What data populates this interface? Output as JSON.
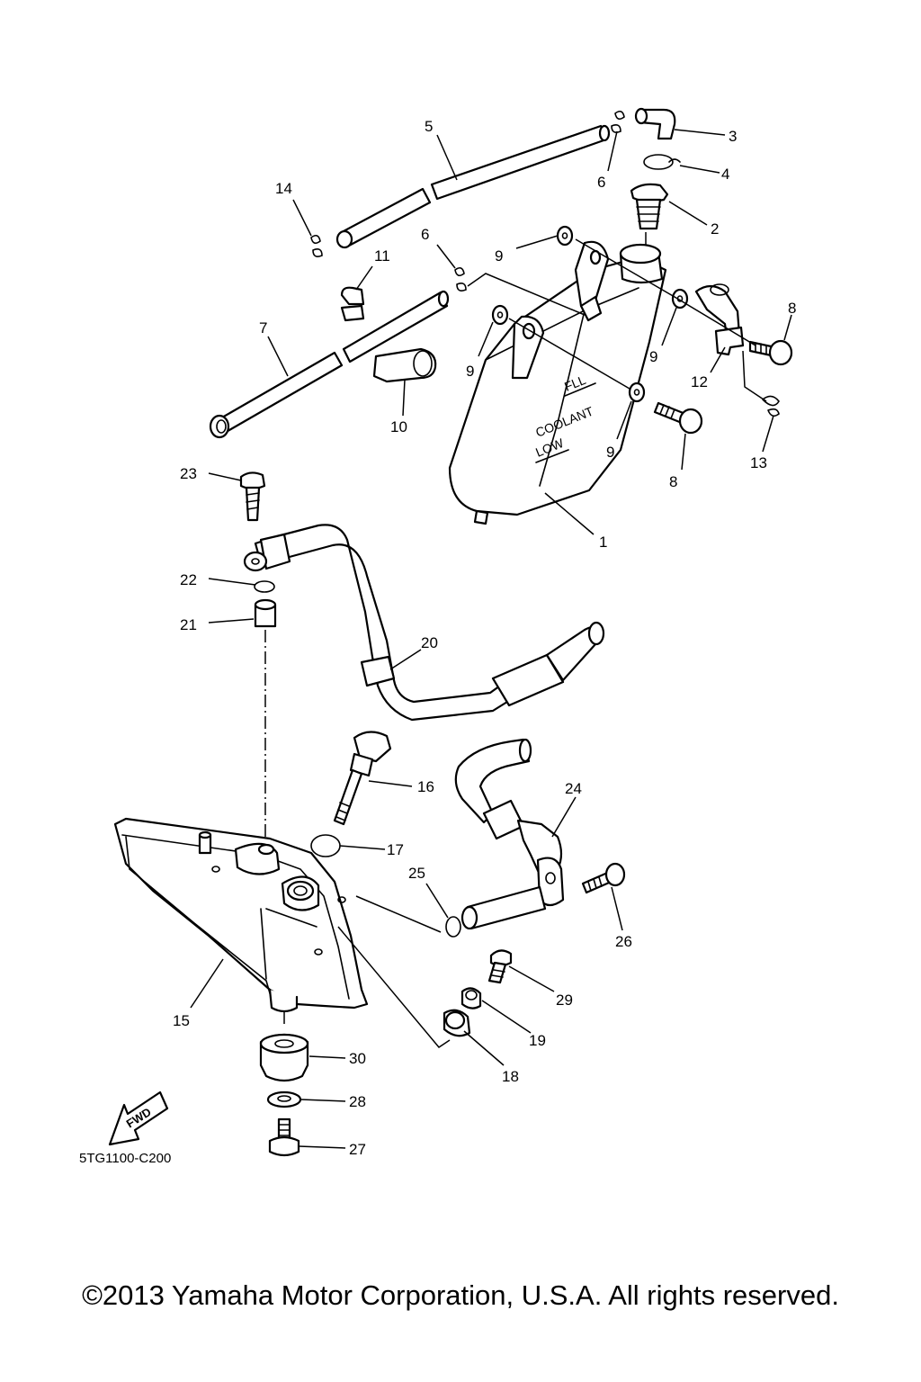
{
  "diagram": {
    "callouts": {
      "c1": "1",
      "c2": "2",
      "c3": "3",
      "c4": "4",
      "c5": "5",
      "c6a": "6",
      "c6b": "6",
      "c7": "7",
      "c8a": "8",
      "c8b": "8",
      "c9a": "9",
      "c9b": "9",
      "c9c": "9",
      "c9d": "9",
      "c10": "10",
      "c11": "11",
      "c12": "12",
      "c13": "13",
      "c14": "14",
      "c15": "15",
      "c16": "16",
      "c17": "17",
      "c18": "18",
      "c19": "19",
      "c20": "20",
      "c21": "21",
      "c22": "22",
      "c23": "23",
      "c24": "24",
      "c25": "25",
      "c26": "26",
      "c27": "27",
      "c28": "28",
      "c29": "29",
      "c30": "30"
    },
    "tank_markings": {
      "full": "FLL",
      "coolant": "COOLANT",
      "low": "LOW"
    },
    "fwd_label": "FWD",
    "drawing_code": "5TG1100-C200"
  },
  "footer": {
    "copyright": "©2013 Yamaha Motor Corporation, U.S.A. All rights reserved."
  }
}
